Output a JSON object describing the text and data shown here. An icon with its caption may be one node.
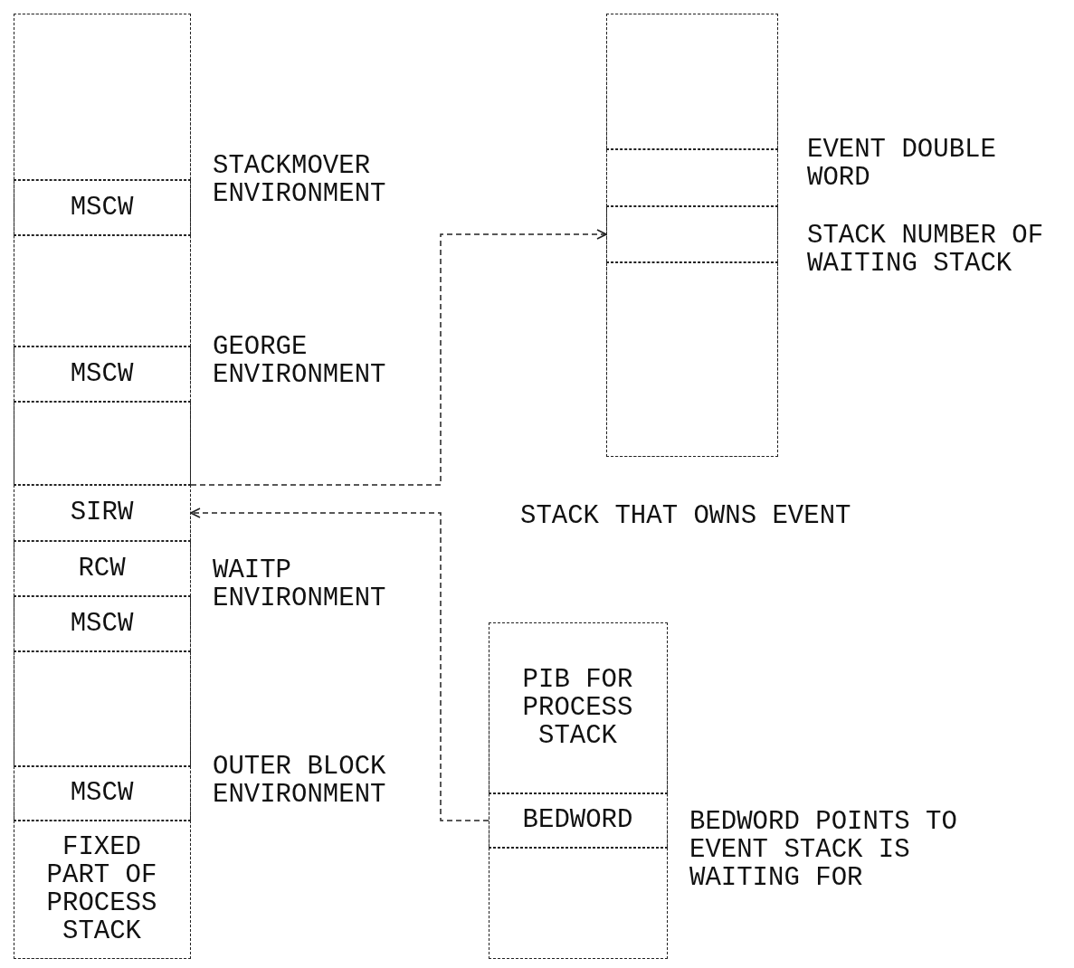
{
  "diagram": {
    "nodes": [
      {
        "text": [],
        "shape": "box"
      },
      {
        "text": [],
        "shape": "box",
        "in": 0
      },
      {
        "text": [
          "MSCW"
        ],
        "in": 0,
        "beside": [
          "STACKMOVER ENVIRONMENT"
        ]
      },
      {
        "text": [],
        "shape": "box",
        "in": 0
      },
      {
        "text": [
          "MSCW"
        ],
        "in": 0,
        "beside": [
          "GEORGE ENVIRONMENT"
        ]
      },
      {
        "text": [],
        "shape": "box",
        "in": 0
      },
      {
        "text": [
          "SIRW"
        ],
        "in": 0
      },
      {
        "text": [
          "RCW"
        ],
        "in": 0,
        "beside": [
          "WAITP ENVIRONMENT"
        ]
      },
      {
        "text": [
          "MSCW"
        ],
        "in": 0
      },
      {
        "text": [],
        "shape": "box",
        "in": 0
      },
      {
        "text": [
          "MSCW"
        ],
        "in": 0,
        "beside": [
          "OUTER BLOCK ENVIRONMENT"
        ]
      },
      {
        "text": [
          "FIXED PART OF PROCESS STACK"
        ],
        "in": 0
      },
      {
        "text": [],
        "shape": "box",
        "beside": [
          "STACK THAT OWNS EVENT"
        ]
      },
      {
        "text": [],
        "shape": "box",
        "in": 12
      },
      {
        "text": [],
        "shape": "box",
        "in": 12,
        "beside": [
          "EVENT DOUBLE WORD"
        ]
      },
      {
        "text": [],
        "shape": "box",
        "in": 12,
        "beside": [
          "STACK NUMBER OF WAITING STACK"
        ]
      },
      {
        "text": [],
        "shape": "box",
        "in": 12
      },
      {
        "text": [],
        "shape": "box"
      },
      {
        "text": [
          "PIB FOR PROCESS STACK"
        ],
        "in": 17
      },
      {
        "text": [
          "BEDWORD"
        ],
        "in": 17,
        "beside": [
          "BEDWORD POINTS TO EVENT STACK IS WAITING FOR"
        ]
      },
      {
        "text": [],
        "shape": "box",
        "in": 17
      }
    ],
    "edges": [
      {
        "from": 6,
        "to": 15,
        "arrow": "to"
      },
      {
        "from": 19,
        "to": 6,
        "arrow": "to"
      }
    ]
  }
}
